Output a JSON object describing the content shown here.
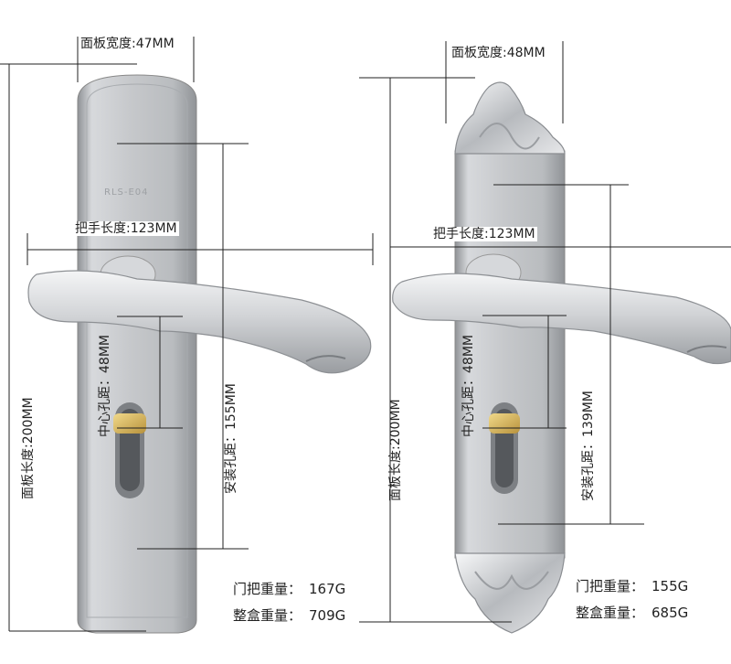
{
  "products": [
    {
      "panel_width": "面板宽度:47MM",
      "handle_length": "把手长度:123MM",
      "panel_length": "面板长度:200MM",
      "center_distance": "中心孔距：48MM",
      "install_distance": "安装孔距：155MM",
      "handle_weight_label": "门把重量：",
      "handle_weight_value": "167G",
      "box_weight_label": "整盒重量：",
      "box_weight_value": "709G",
      "engraving": "RLS-E04"
    },
    {
      "panel_width": "面板宽度:48MM",
      "handle_length": "把手长度:123MM",
      "panel_length": "面板长度:200MM",
      "center_distance": "中心孔距：48MM",
      "install_distance": "安装孔距：139MM",
      "handle_weight_label": "门把重量：",
      "handle_weight_value": "155G",
      "box_weight_label": "整盒重量：",
      "box_weight_value": "685G"
    }
  ],
  "colors": {
    "steel_light": "#e9eaec",
    "steel_mid": "#c3c5c8",
    "steel_dark": "#8f9296",
    "brass": "#d8b45a",
    "line": "#222222"
  }
}
